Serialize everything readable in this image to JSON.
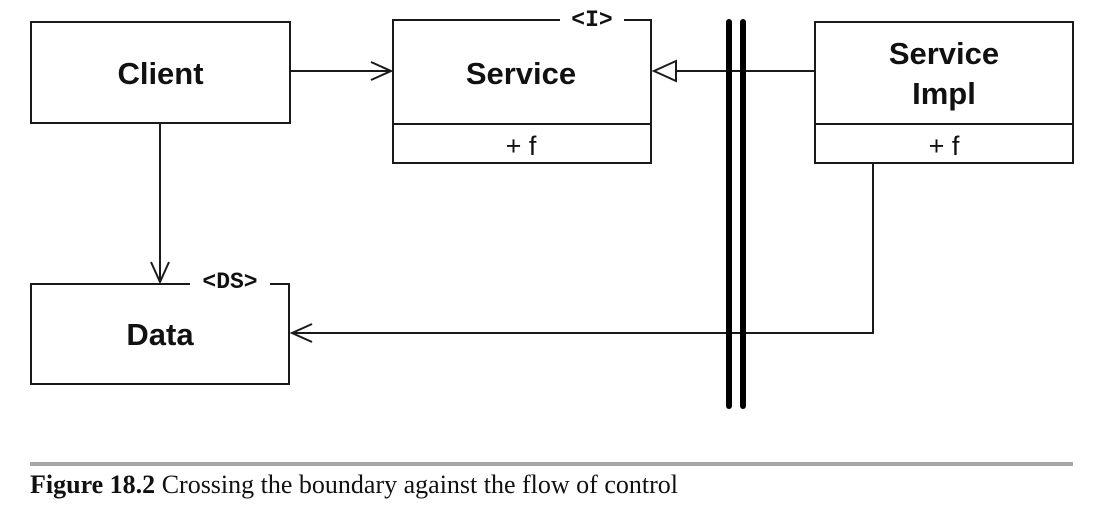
{
  "diagram": {
    "nodes": {
      "client": {
        "label": "Client"
      },
      "service": {
        "label": "Service",
        "stereotype": "<I>",
        "member": "+ f"
      },
      "service_impl": {
        "label_line1": "Service",
        "label_line2": "Impl",
        "member": "+ f"
      },
      "data": {
        "label": "Data",
        "stereotype": "<DS>"
      }
    },
    "edges": [
      {
        "from": "Client",
        "to": "Service",
        "kind": "dependency"
      },
      {
        "from": "Service Impl",
        "to": "Service",
        "kind": "realization"
      },
      {
        "from": "Client",
        "to": "Data",
        "kind": "dependency"
      },
      {
        "from": "Service Impl",
        "to": "Data",
        "kind": "dependency"
      }
    ]
  },
  "caption": {
    "label": "Figure 18.2",
    "text": "Crossing the boundary against the flow of control"
  }
}
